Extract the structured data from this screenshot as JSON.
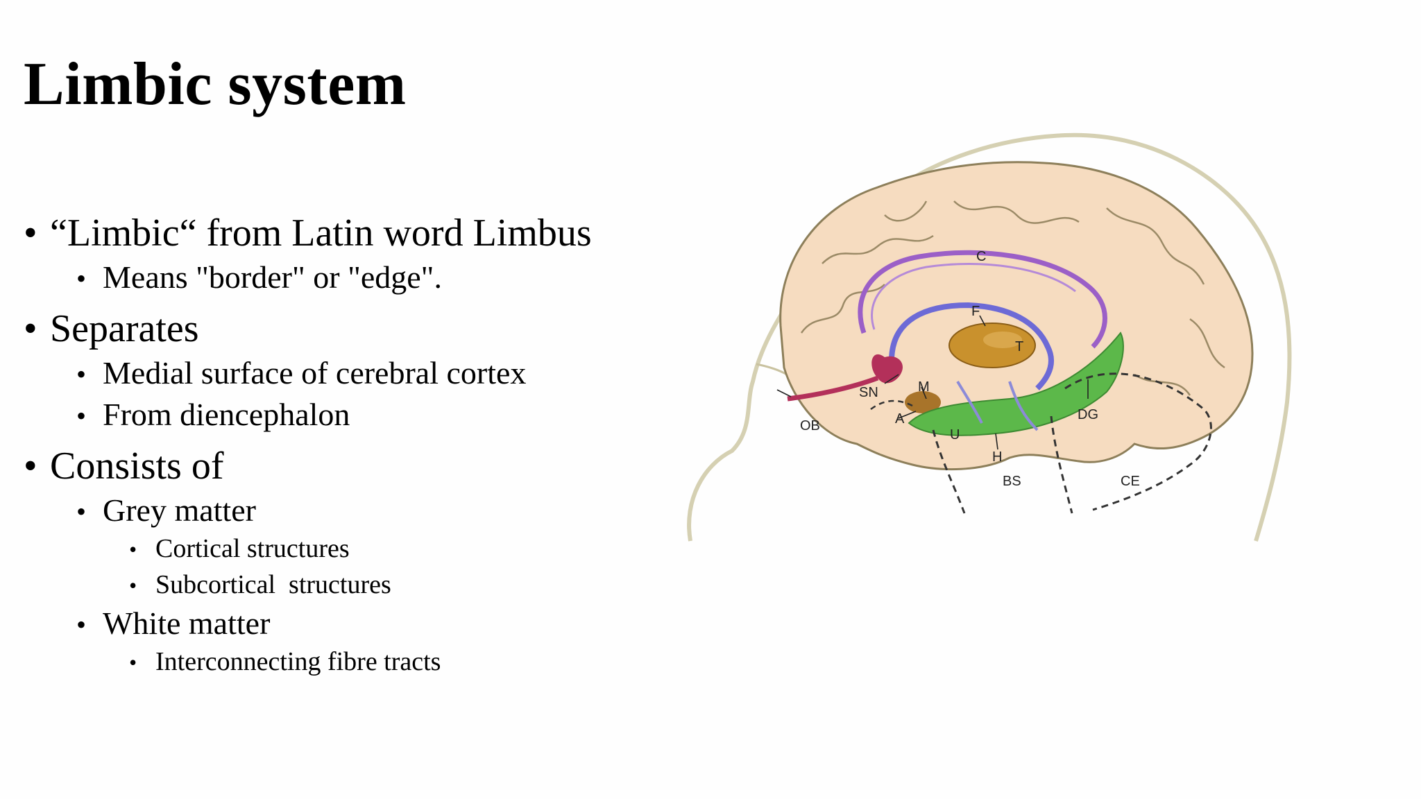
{
  "slide": {
    "title": "Limbic system",
    "bullets": [
      {
        "level": 1,
        "text": "“Limbic“ from Latin word Limbus"
      },
      {
        "level": 2,
        "text": "Means \"border\" or \"edge\"."
      },
      {
        "level": 1,
        "text": "Separates"
      },
      {
        "level": 2,
        "text": "Medial surface of cerebral cortex"
      },
      {
        "level": 2,
        "text": "From diencephalon"
      },
      {
        "level": 1,
        "text": "Consists of"
      },
      {
        "level": 2,
        "text": "Grey matter"
      },
      {
        "level": 3,
        "text": "Cortical structures"
      },
      {
        "level": 3,
        "text": "Subcortical  structures"
      },
      {
        "level": 2,
        "text": "White matter"
      },
      {
        "level": 3,
        "text": "Interconnecting fibre tracts"
      }
    ],
    "bullet_glyph": "•"
  },
  "figure": {
    "labels": {
      "c": "C",
      "f": "F",
      "t": "T",
      "sn": "SN",
      "m": "M",
      "ob": "OB",
      "a": "A",
      "dg": "DG",
      "u": "U",
      "h": "H",
      "bs": "BS",
      "ce": "CE"
    },
    "colors": {
      "brain": "#f6dcc0",
      "outline": "#8d7f5a",
      "cingulate": "#9b5fc7",
      "fornix": "#6d6ad6",
      "thalamus": "#c9912d",
      "septal": "#b3305a",
      "hippocampus": "#5cb84a",
      "skull": "#d5d0b2"
    }
  }
}
